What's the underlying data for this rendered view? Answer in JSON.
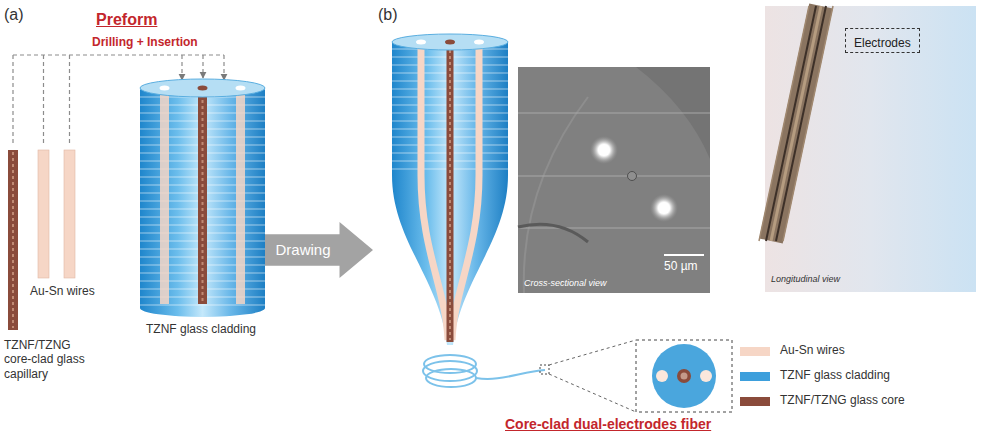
{
  "diagram": {
    "nodes": [
      {
        "text": [
          "Drawing"
        ]
      },
      {
        "text": [
          "Cross-sectional view",
          "50 µm"
        ]
      },
      {
        "text": [
          "Longitudinal view"
        ]
      },
      {
        "text": [
          "Electrodes"
        ],
        "in": 2
      }
    ],
    "labels": [
      "(a)",
      "Preform",
      "Drilling + Insertion",
      "Au-Sn wires",
      "TZNF/TZNG core-clad glass capillary",
      "TZNF glass cladding",
      "(b)",
      "Core-clad dual-electrodes fiber"
    ],
    "legend": [
      {
        "text": "Au-Sn wires",
        "color": "#f6d6c6"
      },
      {
        "text": "TZNF glass cladding",
        "color": "#3d9fdc"
      },
      {
        "text": "TZNF/TZNG glass core",
        "color": "#8a4b3b"
      }
    ]
  }
}
